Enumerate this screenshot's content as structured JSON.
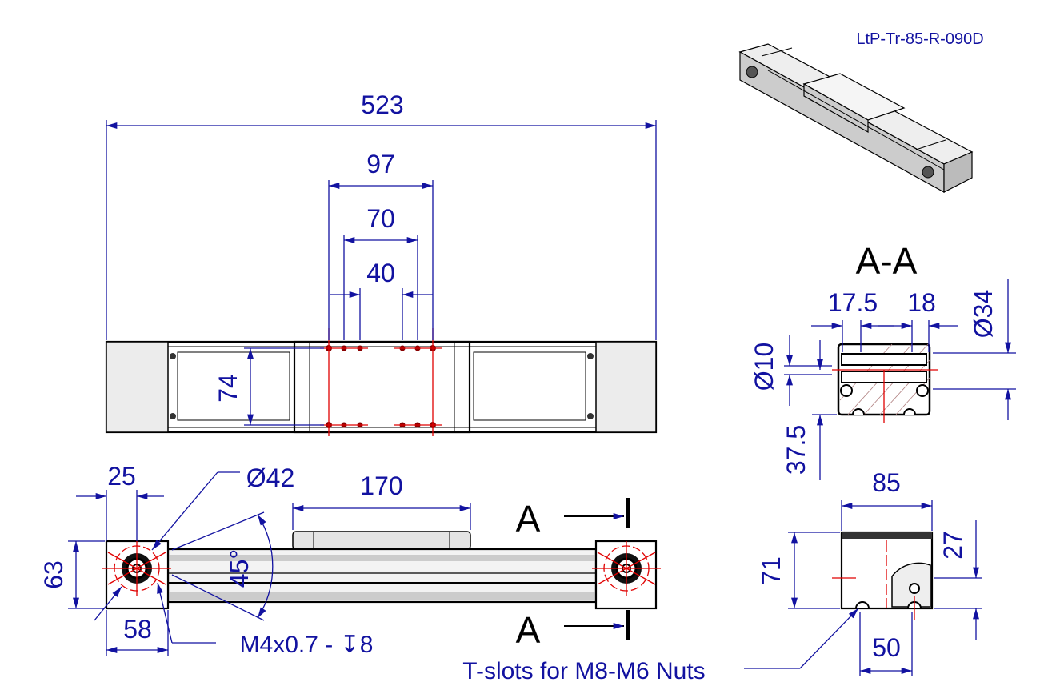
{
  "part_number": "LtP-Tr-85-R-090D",
  "section_label": "A-A",
  "section_marker": "A",
  "top_view": {
    "overall_length": "523",
    "carriage_length": "97",
    "hole_spacing_outer": "70",
    "hole_spacing_inner": "40",
    "hole_spacing_vertical": "74"
  },
  "front_view": {
    "end_offset": "25",
    "bolt_circle": "Ø42",
    "carriage_width": "170",
    "height": "63",
    "end_width": "58",
    "angle": "45°",
    "thread_spec": "M4x0.7 - ↧8"
  },
  "section_view": {
    "dim_17_5": "17.5",
    "dim_18": "18",
    "dia_34": "Ø34",
    "dia_10": "Ø10",
    "dim_37_5": "37.5"
  },
  "end_view": {
    "width": "85",
    "height": "71",
    "dim_27": "27",
    "slot_spacing": "50",
    "tslot_note": "T-slots for M8-M6 Nuts"
  },
  "colors": {
    "dimension": "#1212a0",
    "centerline": "#e00000",
    "object": "#000000"
  }
}
